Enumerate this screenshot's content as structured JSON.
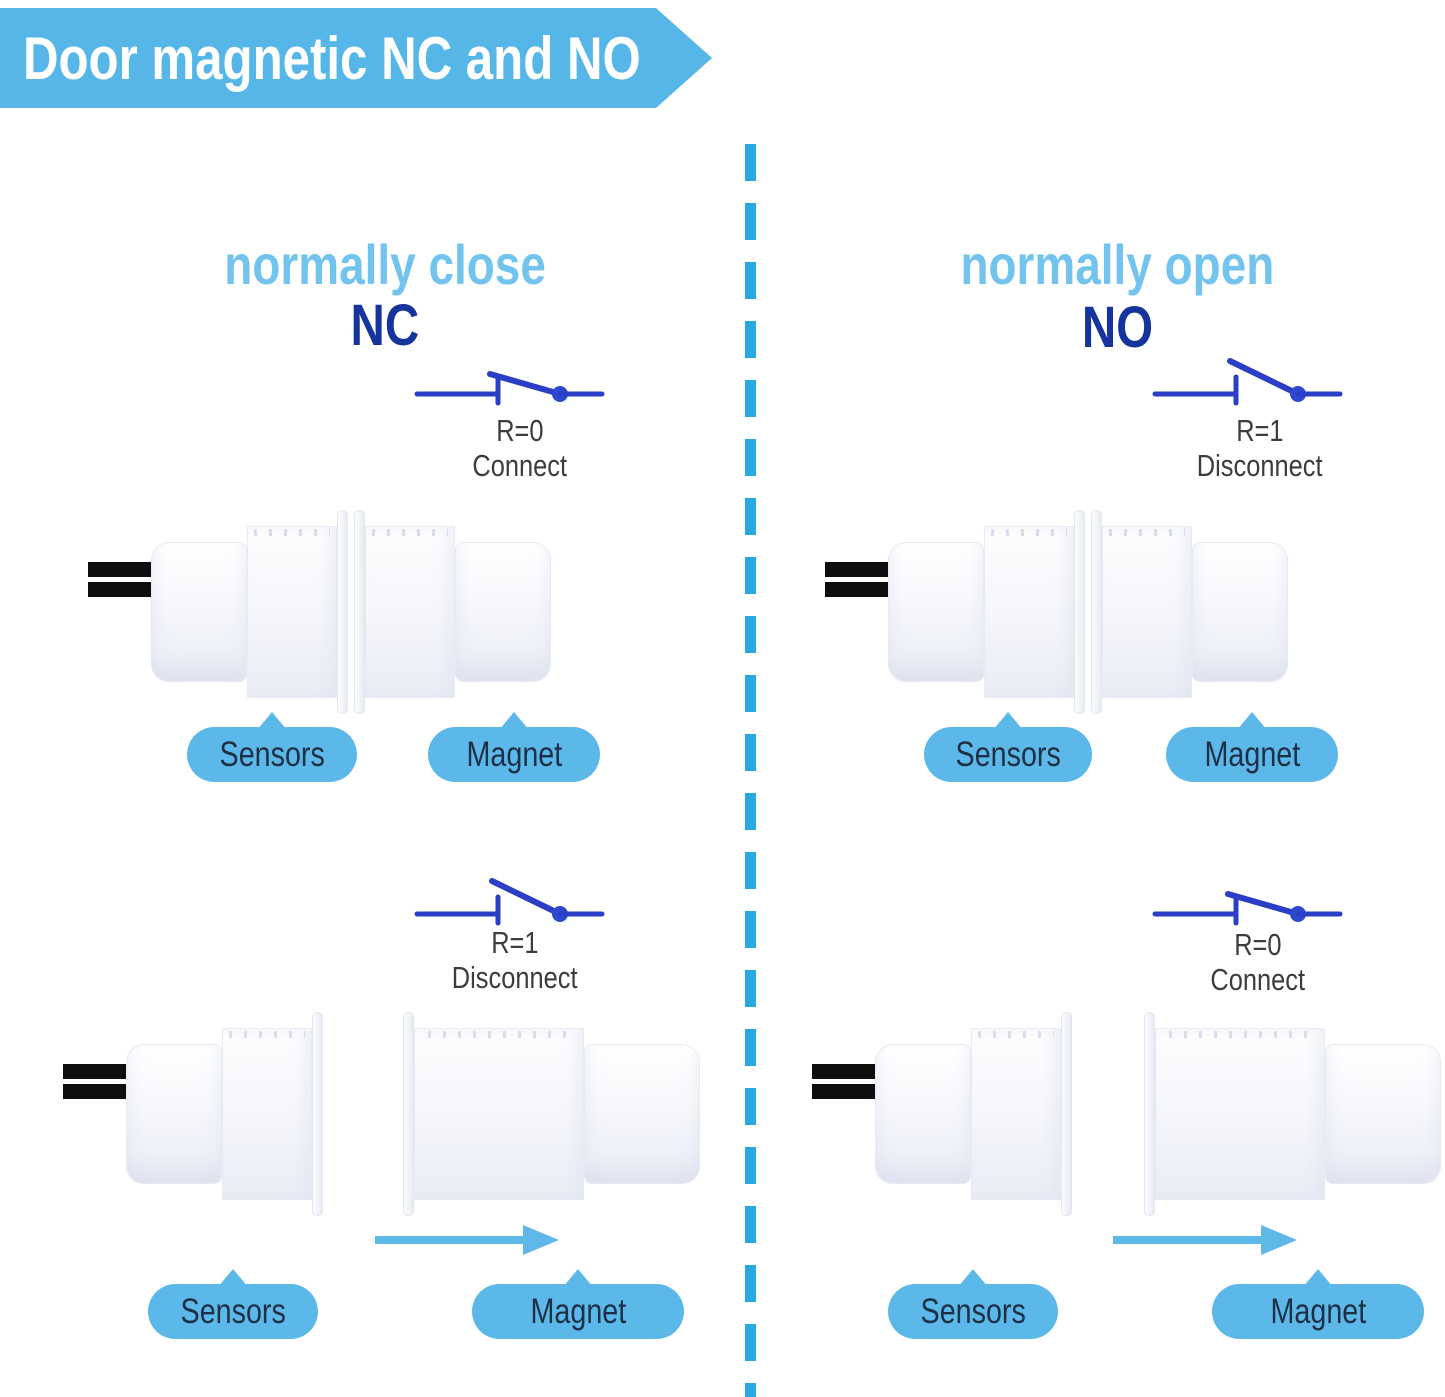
{
  "banner": {
    "title": "Door magnetic NC and NO"
  },
  "panels": [
    {
      "side": "left",
      "subtitle": "normally close",
      "code": "NC",
      "states": [
        {
          "resistance": "R=0",
          "action": "Connect",
          "switch": "closed",
          "magnet_position": "together"
        },
        {
          "resistance": "R=1",
          "action": "Disconnect",
          "switch": "open",
          "magnet_position": "moved-apart"
        }
      ]
    },
    {
      "side": "right",
      "subtitle": "normally open",
      "code": "NO",
      "states": [
        {
          "resistance": "R=1",
          "action": "Disconnect",
          "switch": "open",
          "magnet_position": "together"
        },
        {
          "resistance": "R=0",
          "action": "Connect",
          "switch": "closed",
          "magnet_position": "moved-apart"
        }
      ]
    }
  ],
  "labels": {
    "sensors": "Sensors",
    "magnet": "Magnet"
  },
  "icons": {
    "switch_closed": "circuit-switch-closed-icon",
    "switch_open": "circuit-switch-open-icon",
    "motion_arrow": "right-arrow-icon",
    "divider": "vertical-dashed-line"
  },
  "colors": {
    "banner_blue": "#55b6e7",
    "dash_blue": "#29a9e0",
    "pill_blue": "#5bb8e8",
    "heading_light_blue": "#72c3ee",
    "heading_dark_blue": "#16349c",
    "switch_blue": "#2b3ec6",
    "pill_text": "#1e3048",
    "state_text": "#3d3d3d",
    "wire_black": "#0e0e0e"
  }
}
